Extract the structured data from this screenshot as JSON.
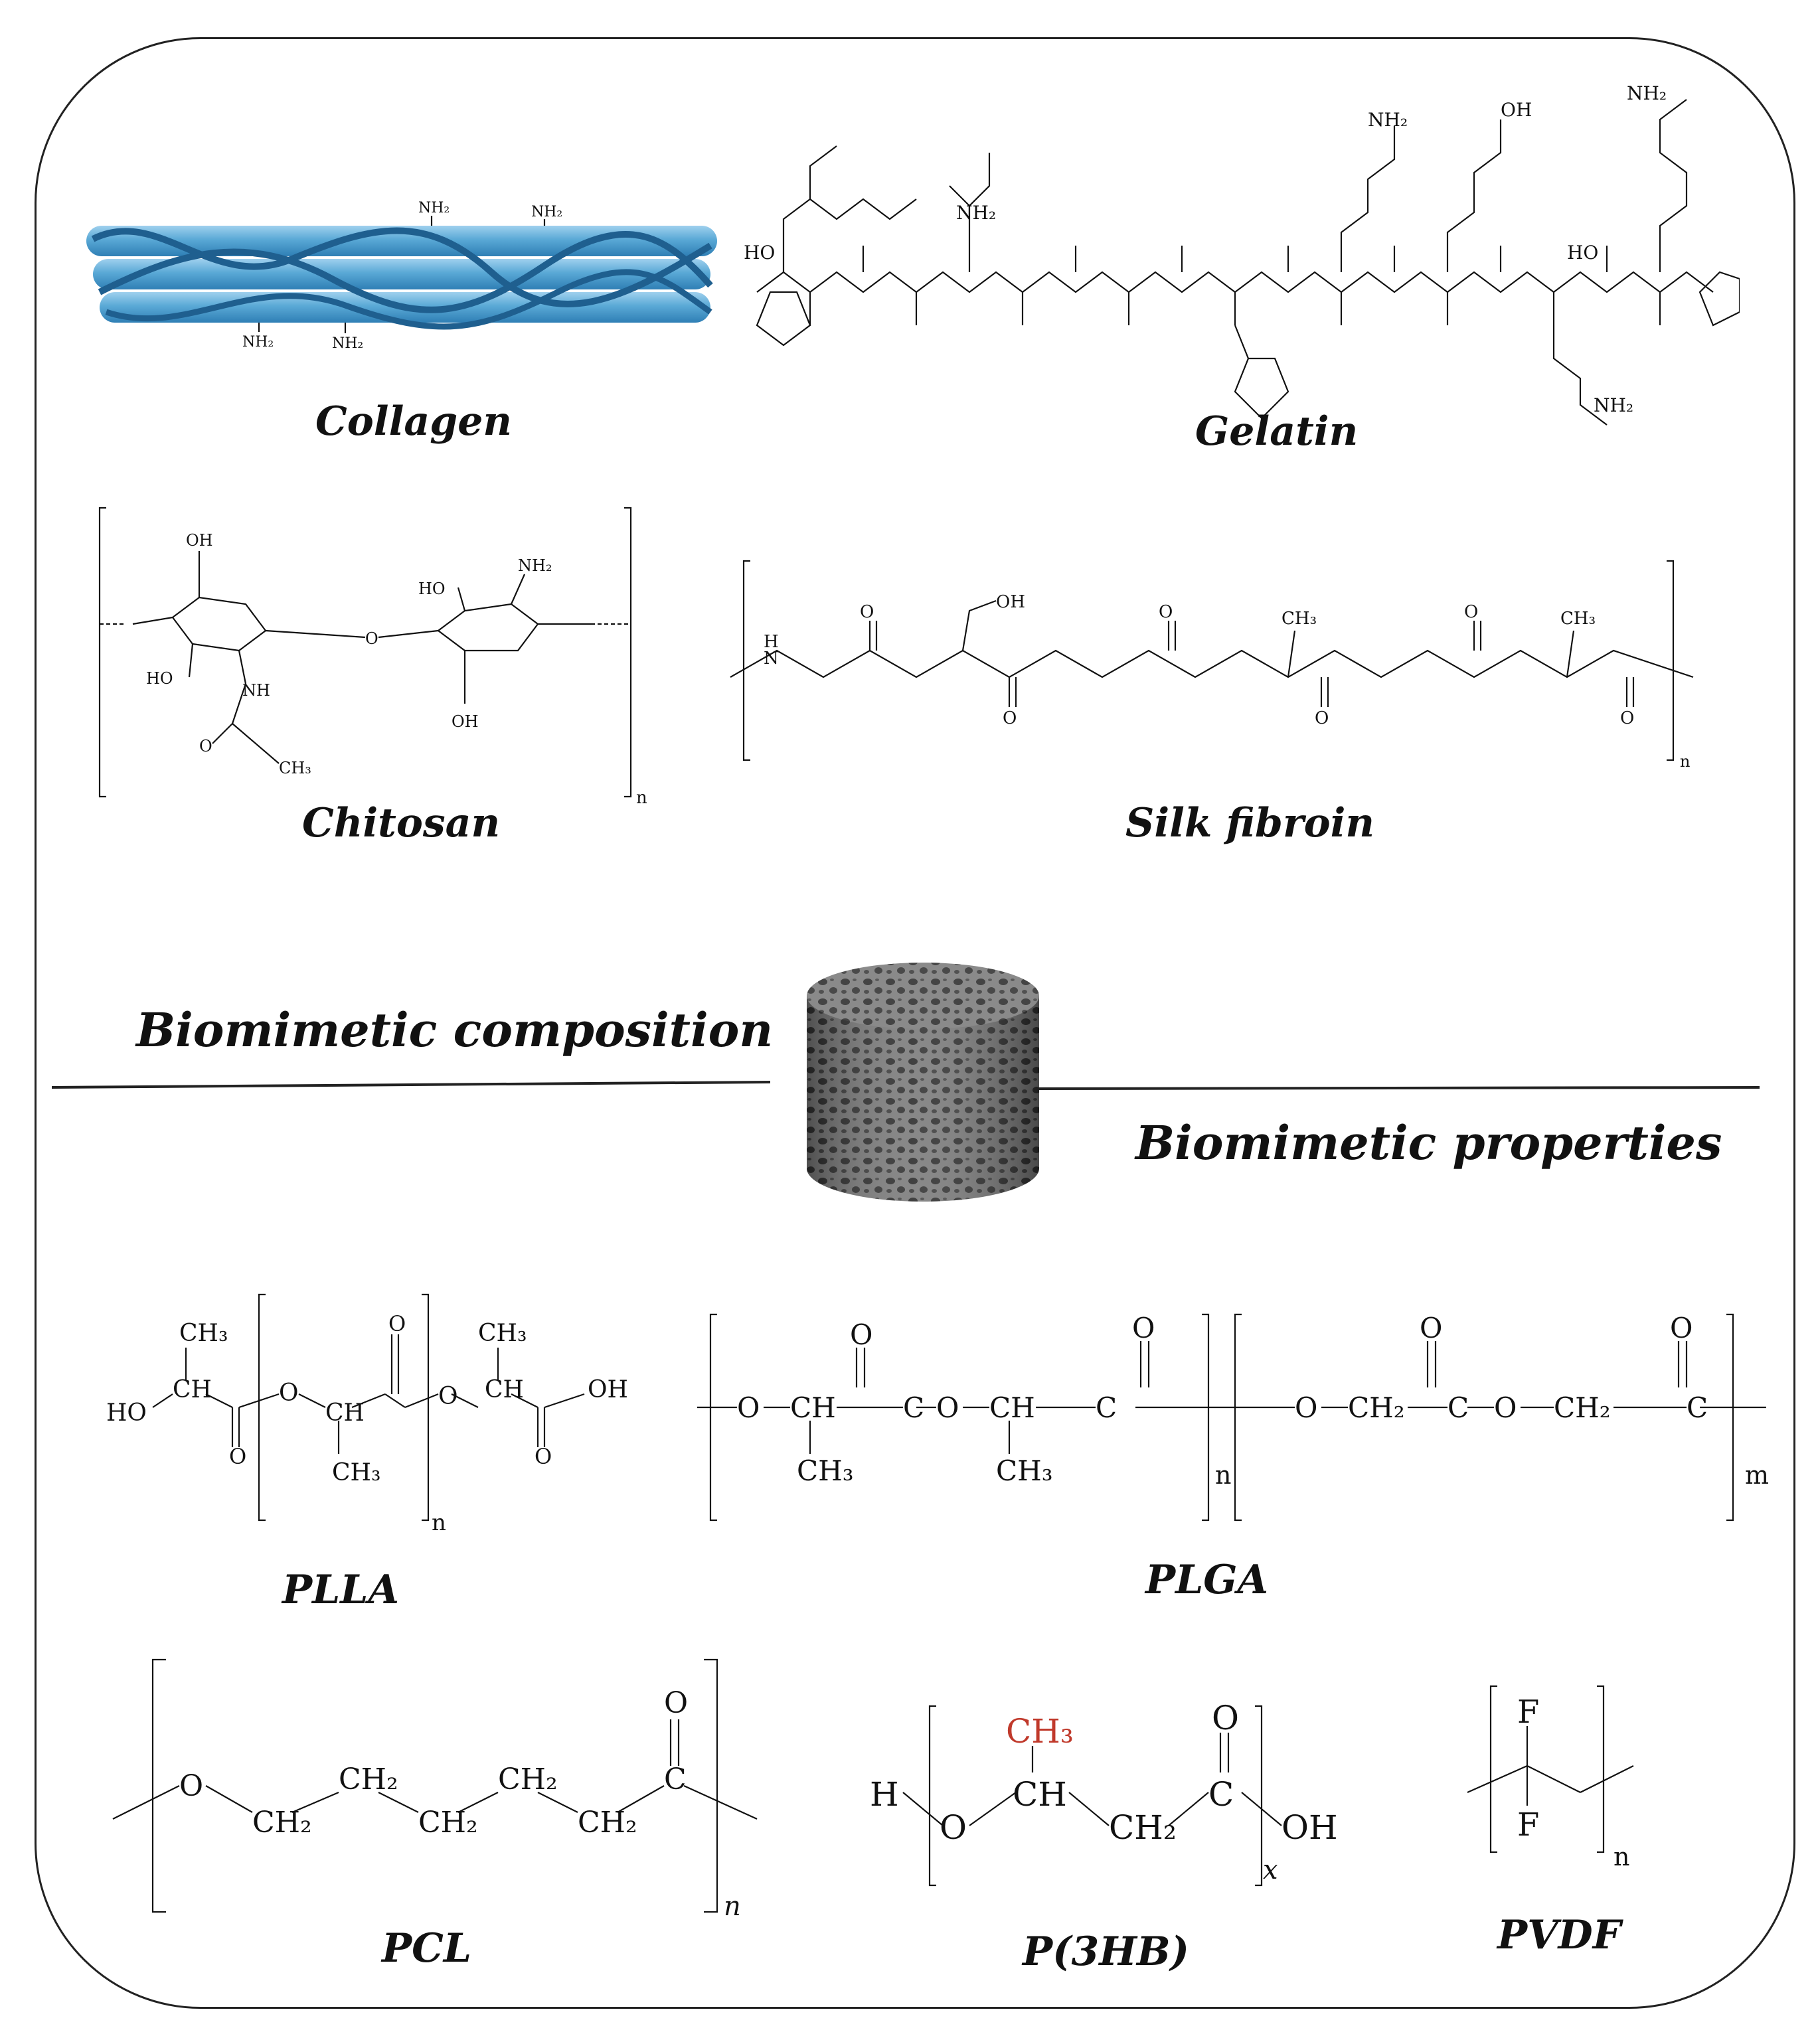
{
  "labels": {
    "collagen": "Collagen",
    "gelatin": "Gelatin",
    "chitosan": "Chitosan",
    "silk_fibroin": "Silk fibroin",
    "biomimetic_composition": "Biomimetic composition",
    "biomimetic_properties": "Biomimetic properties",
    "plla": "PLLA",
    "plga": "PLGA",
    "pcl": "PCL",
    "p3hb": "P(3HB)",
    "pvdf": "PVDF"
  },
  "atoms": {
    "nh2": "NH₂",
    "nh": "NH",
    "h_atom": "H",
    "n_atom": "N",
    "o_atom": "O",
    "oh": "OH",
    "ho": "HO",
    "ch": "CH",
    "ch2": "CH₂",
    "ch3": "CH₃",
    "c_atom": "C",
    "f_atom": "F",
    "sub_n": "n",
    "sub_m": "m",
    "sub_x": "x"
  },
  "colors": {
    "collagen_fiber": "#5aa9d6",
    "collagen_strand": "#1f5f8f",
    "p3hb_methyl": "#c0392b",
    "scaffold": "#6f6f6f"
  }
}
